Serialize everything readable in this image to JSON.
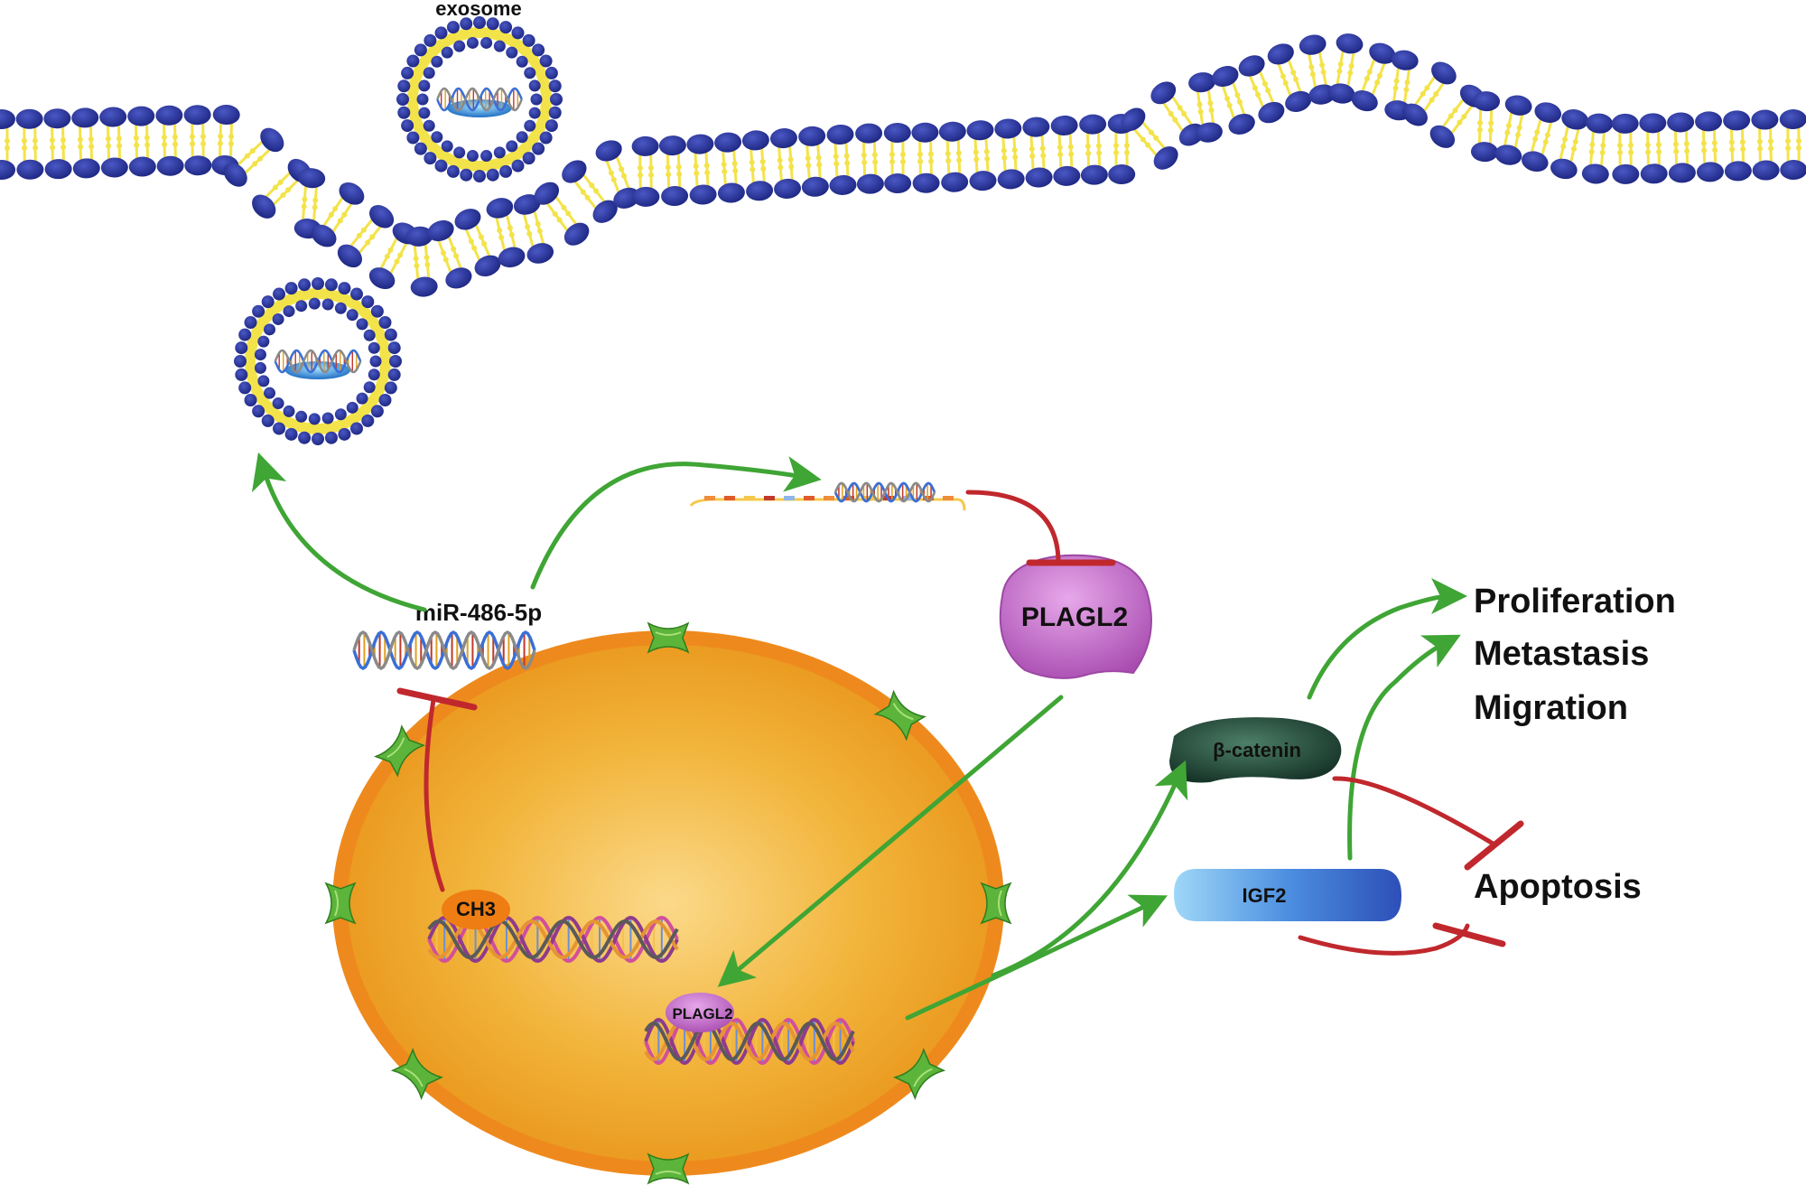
{
  "labels": {
    "exosome": "exosome",
    "mirna": "miR-486-5p",
    "plagl2_protein": "PLAGL2",
    "plagl2_nucleus": "PLAGL2",
    "methyl": "CH3",
    "beta_catenin": "β-catenin",
    "igf2": "IGF2"
  },
  "outcomes": {
    "proliferation": "Proliferation",
    "metastasis": "Metastasis",
    "migration": "Migration",
    "apoptosis": "Apoptosis"
  },
  "colors": {
    "activation_arrow": "#3fa535",
    "inhibition_bar": "#c0282d",
    "membrane_head": "#232f8f",
    "membrane_tail": "#f3e34a",
    "nucleus_fill": "#f0a522",
    "nucleus_rim": "#ef8a1c",
    "plagl2": "#c266c9",
    "beta_catenin": "#1f4a37",
    "igf2": "#3a7fd6"
  }
}
